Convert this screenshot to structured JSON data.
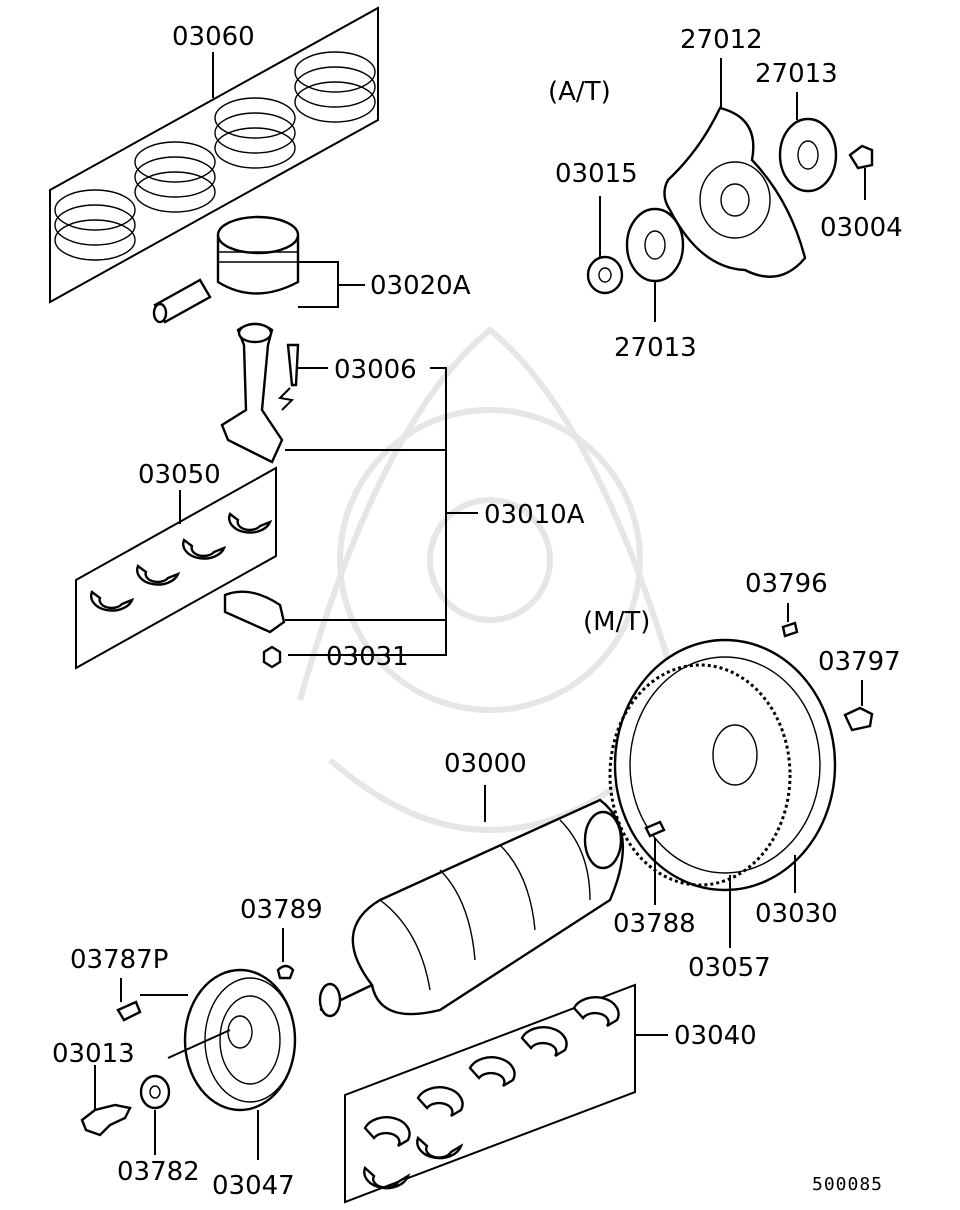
{
  "labels": {
    "p03060": "03060",
    "p03020A": "03020A",
    "p03006": "03006",
    "p03050": "03050",
    "p03010A": "03010A",
    "p03031": "03031",
    "p27012": "27012",
    "p27013a": "27013",
    "p27013b": "27013",
    "p03015": "03015",
    "p03004": "03004",
    "at": "(A/T)",
    "mt": "(M/T)",
    "p03796": "03796",
    "p03797": "03797",
    "p03000": "03000",
    "p03789": "03789",
    "p03787P": "03787P",
    "p03013": "03013",
    "p03782": "03782",
    "p03047": "03047",
    "p03040": "03040",
    "p03788": "03788",
    "p03030": "03030",
    "p03057": "03057"
  },
  "diagram_ref": "500085"
}
